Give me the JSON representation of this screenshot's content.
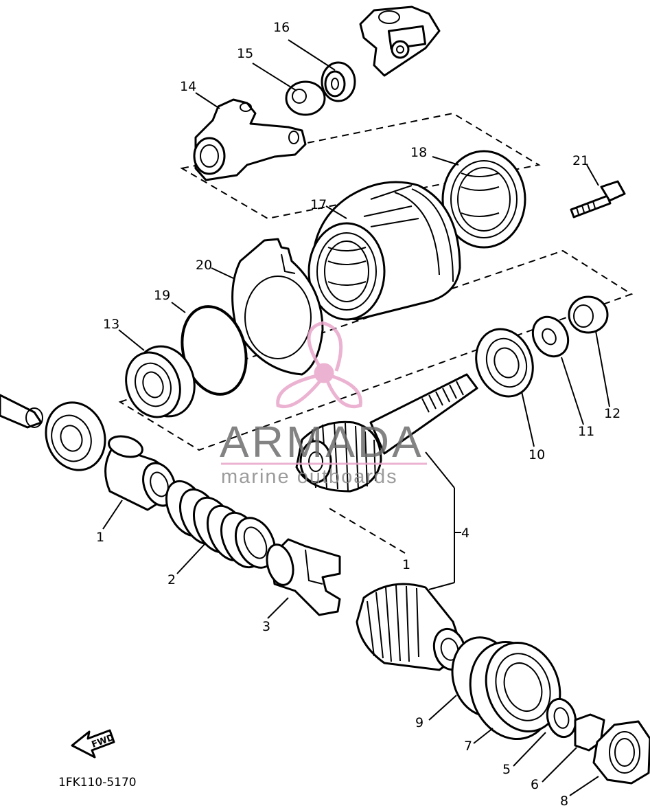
{
  "diagram": {
    "callouts": {
      "c1": "1",
      "c2": "2",
      "c3": "3",
      "c4": "4",
      "c5": "5",
      "c6": "6",
      "c7": "7",
      "c8": "8",
      "c9": "9",
      "c10": "10",
      "c11": "11",
      "c12": "12",
      "c13": "13",
      "c14": "14",
      "c15": "15",
      "c16": "16",
      "c17": "17",
      "c18": "18",
      "c19": "19",
      "c20": "20",
      "c21": "21",
      "c1b": "1"
    },
    "fwd_label": "FWD",
    "drawing_code": "1FK110-5170"
  },
  "watermark": {
    "title": "ARMADA",
    "subtitle": "marine outboards",
    "color": "#e8a6c9"
  }
}
